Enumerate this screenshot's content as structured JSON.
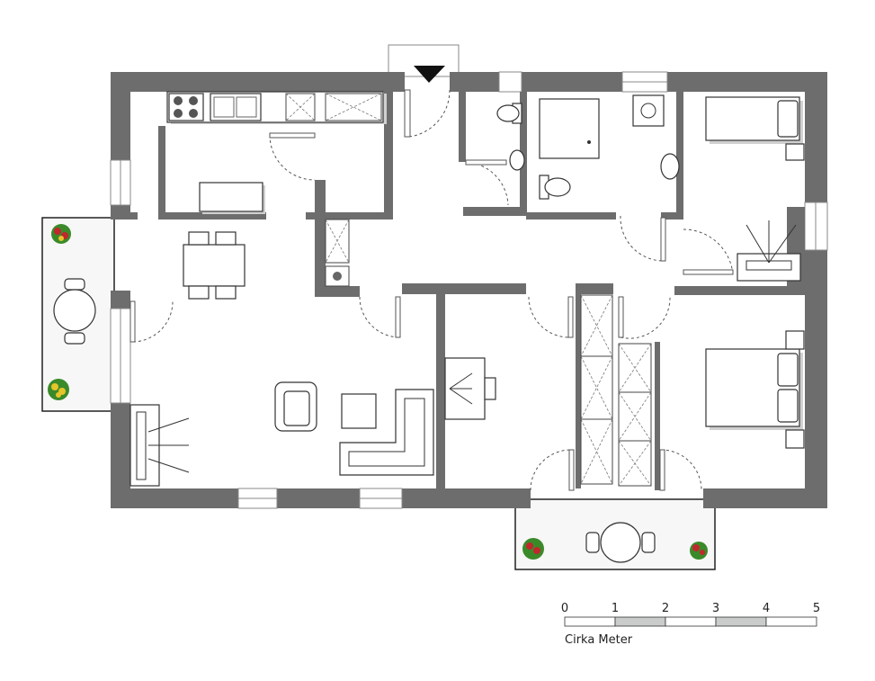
{
  "scale": {
    "ticks": [
      "0",
      "1",
      "2",
      "3",
      "4",
      "5"
    ],
    "caption": "Cirka Meter",
    "colors": {
      "light": "#ffffff",
      "dark": "#c9cccb"
    }
  },
  "colors": {
    "wall": "#6d6d6d",
    "plant_red": "#c0282c",
    "plant_green": "#3b8a2a",
    "plant_yellow": "#e6c52a"
  },
  "icons": {
    "entrance": "entrance-arrow-icon",
    "plants": "plant-icon"
  }
}
